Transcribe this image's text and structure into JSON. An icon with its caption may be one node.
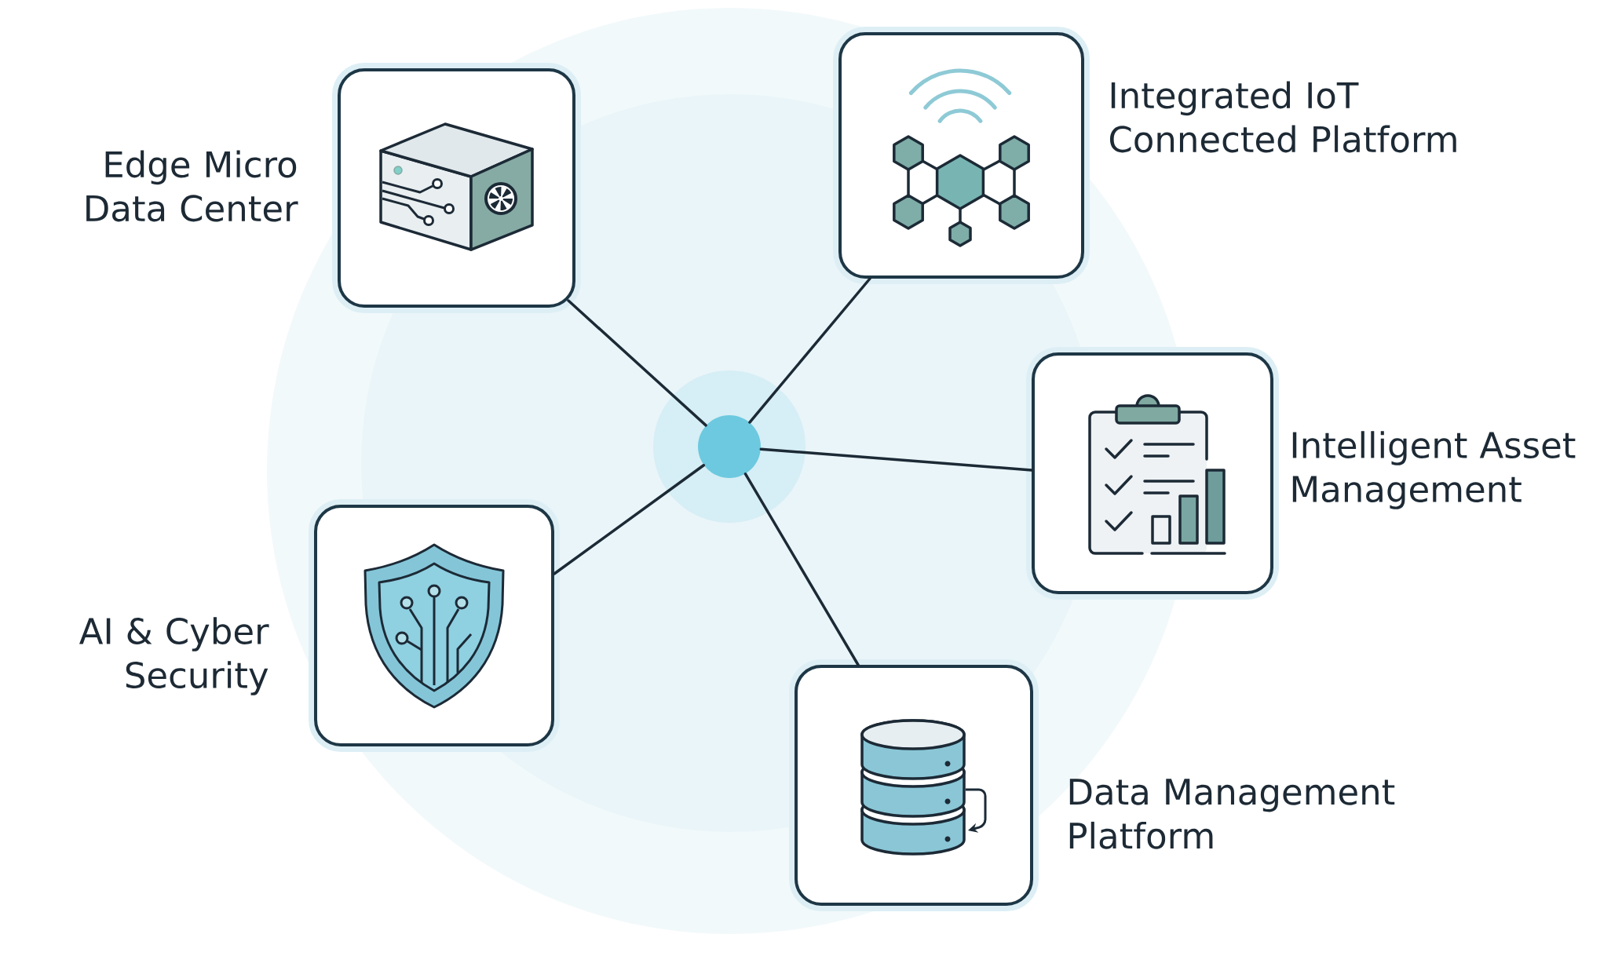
{
  "diagram": {
    "nodes": [
      {
        "text": [
          "Edge Micro Data Center"
        ]
      },
      {
        "text": [
          "Integrated IoT Connected Platform"
        ]
      },
      {
        "text": [],
        "shape": "circle"
      },
      {
        "text": [
          "Intelligent Asset Management"
        ]
      },
      {
        "text": [
          "AI & Cyber Security"
        ]
      },
      {
        "text": [
          "Data Management Platform"
        ]
      }
    ],
    "edges": [
      {
        "from": 2,
        "to": 0,
        "arrow": "none"
      },
      {
        "from": 2,
        "to": 1,
        "arrow": "none"
      },
      {
        "from": 2,
        "to": 3,
        "arrow": "none"
      },
      {
        "from": 2,
        "to": 4,
        "arrow": "none"
      },
      {
        "from": 2,
        "to": 5,
        "arrow": "none"
      }
    ]
  }
}
